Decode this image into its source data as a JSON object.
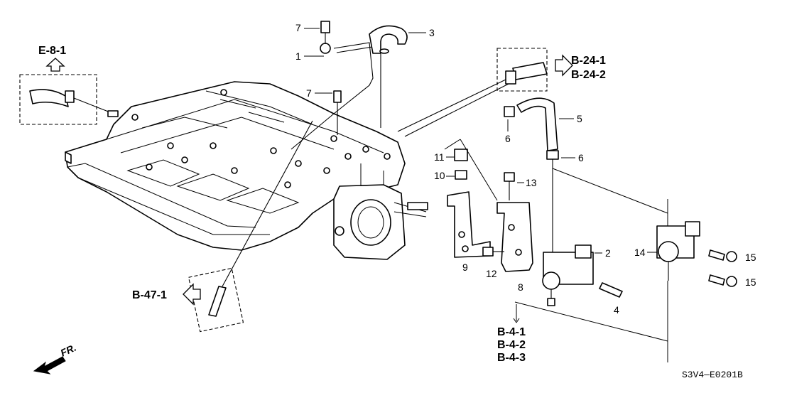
{
  "references": {
    "e81": "E-8-1",
    "b241": "B-24-1",
    "b242": "B-24-2",
    "b471": "B-47-1",
    "b41": "B-4-1",
    "b42": "B-4-2",
    "b43": "B-4-3"
  },
  "callouts": {
    "n1": "1",
    "n2": "2",
    "n3": "3",
    "n4": "4",
    "n5": "5",
    "n6a": "6",
    "n6b": "6",
    "n7a": "7",
    "n7b": "7",
    "n8": "8",
    "n9": "9",
    "n10": "10",
    "n11": "11",
    "n12": "12",
    "n13": "13",
    "n14": "14",
    "n15a": "15",
    "n15b": "15"
  },
  "front_label": "FR.",
  "diagram_code": "S3V4—E0201B"
}
